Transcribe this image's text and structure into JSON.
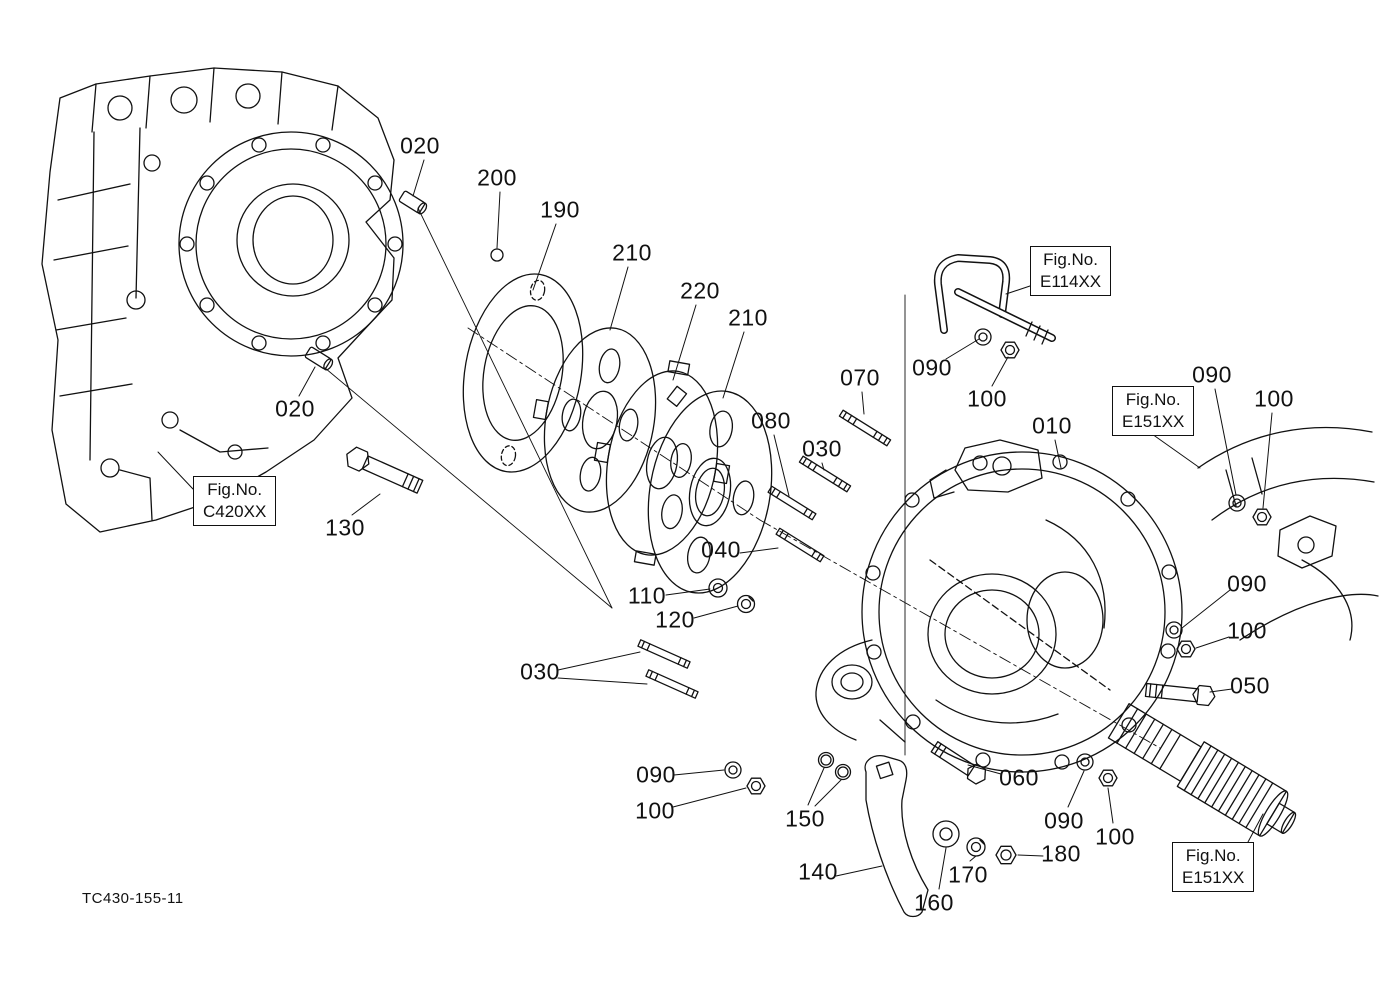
{
  "drawing_number": "TC430-155-11",
  "fig_refs": {
    "c420": {
      "title": "Fig.No.",
      "code": "C420XX"
    },
    "e114": {
      "title": "Fig.No.",
      "code": "E114XX"
    },
    "e151_top": {
      "title": "Fig.No.",
      "code": "E151XX"
    },
    "e151_bottom": {
      "title": "Fig.No.",
      "code": "E151XX"
    }
  },
  "labels": {
    "p010": "010",
    "p020_a": "020",
    "p020_b": "020",
    "p030_a": "030",
    "p030_b": "030",
    "p040": "040",
    "p050": "050",
    "p060": "060",
    "p070": "070",
    "p080": "080",
    "p090_a": "090",
    "p090_b": "090",
    "p090_c": "090",
    "p090_d": "090",
    "p090_e": "090",
    "p100_a": "100",
    "p100_b": "100",
    "p100_c": "100",
    "p100_d": "100",
    "p100_e": "100",
    "p110": "110",
    "p120": "120",
    "p130": "130",
    "p140": "140",
    "p150": "150",
    "p160": "160",
    "p170": "170",
    "p180": "180",
    "p190": "190",
    "p200": "200",
    "p210_a": "210",
    "p210_b": "210",
    "p220": "220"
  },
  "colors": {
    "line": "#111111",
    "background": "#ffffff"
  }
}
